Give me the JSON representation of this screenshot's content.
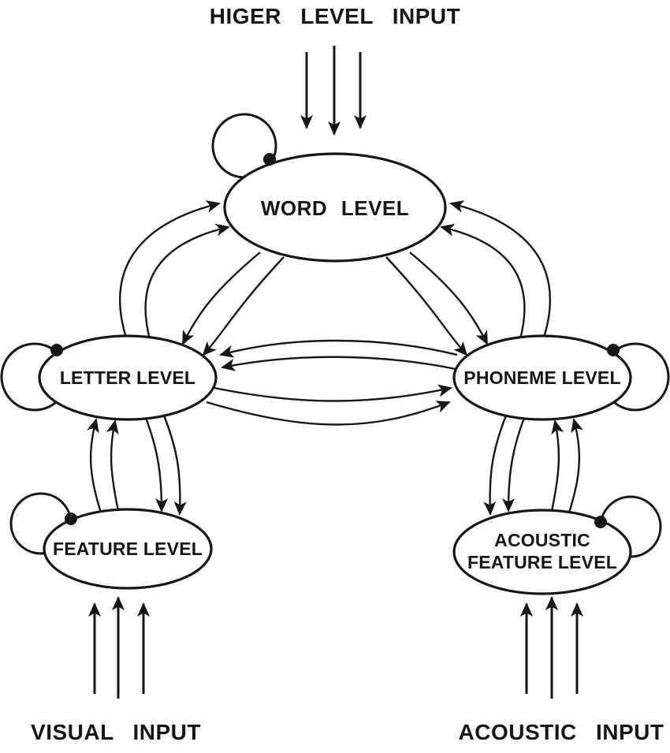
{
  "diagram": {
    "top_input_label": "HIGER LEVEL INPUT",
    "visual_input_label": "VISUAL INPUT",
    "acoustic_input_label": "ACOUSTIC INPUT",
    "nodes": {
      "word": {
        "label": "WORD LEVEL"
      },
      "letter": {
        "label": "LETTER LEVEL"
      },
      "phoneme": {
        "label": "PHONEME LEVEL"
      },
      "feature": {
        "label": "FEATURE LEVEL"
      },
      "acoustic_feature": {
        "line1": "ACOUSTIC",
        "line2": "FEATURE LEVEL"
      }
    },
    "colors": {
      "ink": "#161616",
      "node_fill": "#ffffff",
      "background": "#ffffff"
    }
  }
}
